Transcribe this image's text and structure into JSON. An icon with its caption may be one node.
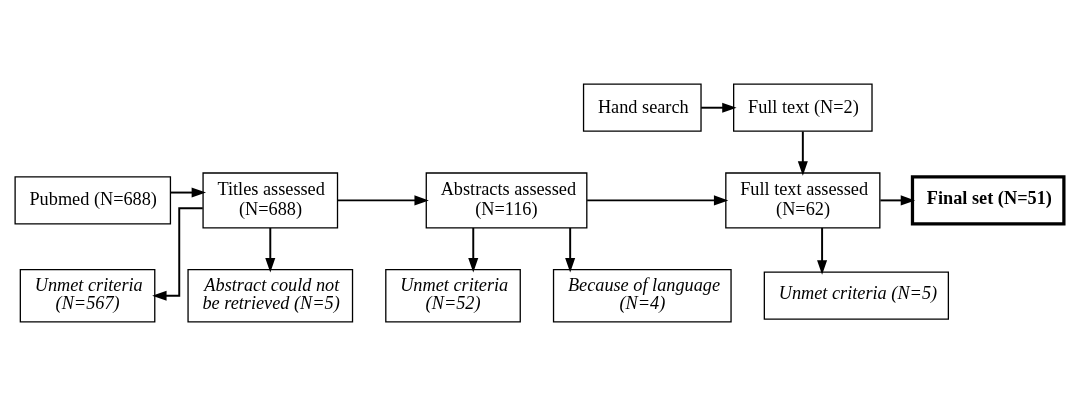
{
  "diagram": {
    "nodes": [
      {
        "text": [
          "Hand search"
        ]
      },
      {
        "text": [
          "Full text (N=2)"
        ]
      },
      {
        "text": [
          "Pubmed (N=688)"
        ]
      },
      {
        "text": [
          "Titles assessed (N=688)"
        ]
      },
      {
        "text": [
          "Abstracts assessed (N=116)"
        ]
      },
      {
        "text": [
          "Full text assessed (N=62)"
        ]
      },
      {
        "text": [
          "Final set (N=51)"
        ]
      },
      {
        "text": [
          "Unmet criteria (N=567)"
        ]
      },
      {
        "text": [
          "Unmet criteria (N=52)"
        ]
      },
      {
        "text": [
          "Unmet criteria (N=5)"
        ]
      },
      {
        "text": [
          "Abstract could not be retrieved (N=5)"
        ]
      },
      {
        "text": [
          "Because of language (N=4)"
        ]
      }
    ],
    "edges": [
      {
        "from": 0,
        "to": 1,
        "arrow": "to"
      },
      {
        "from": 1,
        "to": 5,
        "arrow": "to"
      },
      {
        "from": 2,
        "to": 3,
        "arrow": "to"
      },
      {
        "from": 3,
        "to": 4,
        "arrow": "to"
      },
      {
        "from": 4,
        "to": 5,
        "arrow": "to"
      },
      {
        "from": 5,
        "to": 6,
        "arrow": "to"
      },
      {
        "from": 3,
        "to": 7,
        "arrow": "to"
      },
      {
        "from": 4,
        "to": 8,
        "arrow": "to"
      },
      {
        "from": 5,
        "to": 9,
        "arrow": "to"
      },
      {
        "from": 3,
        "to": 10,
        "arrow": "to"
      },
      {
        "from": 4,
        "to": 11,
        "arrow": "to"
      }
    ]
  }
}
